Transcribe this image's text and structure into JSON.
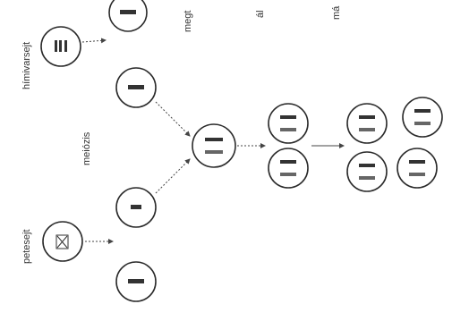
{
  "labels": {
    "egg_cell": "petesejt",
    "sperm_cell": "hímivarsejt",
    "meiosis": "meiózis",
    "fertilization": "megt",
    "top_mid": "ál",
    "top_right": "má"
  }
}
